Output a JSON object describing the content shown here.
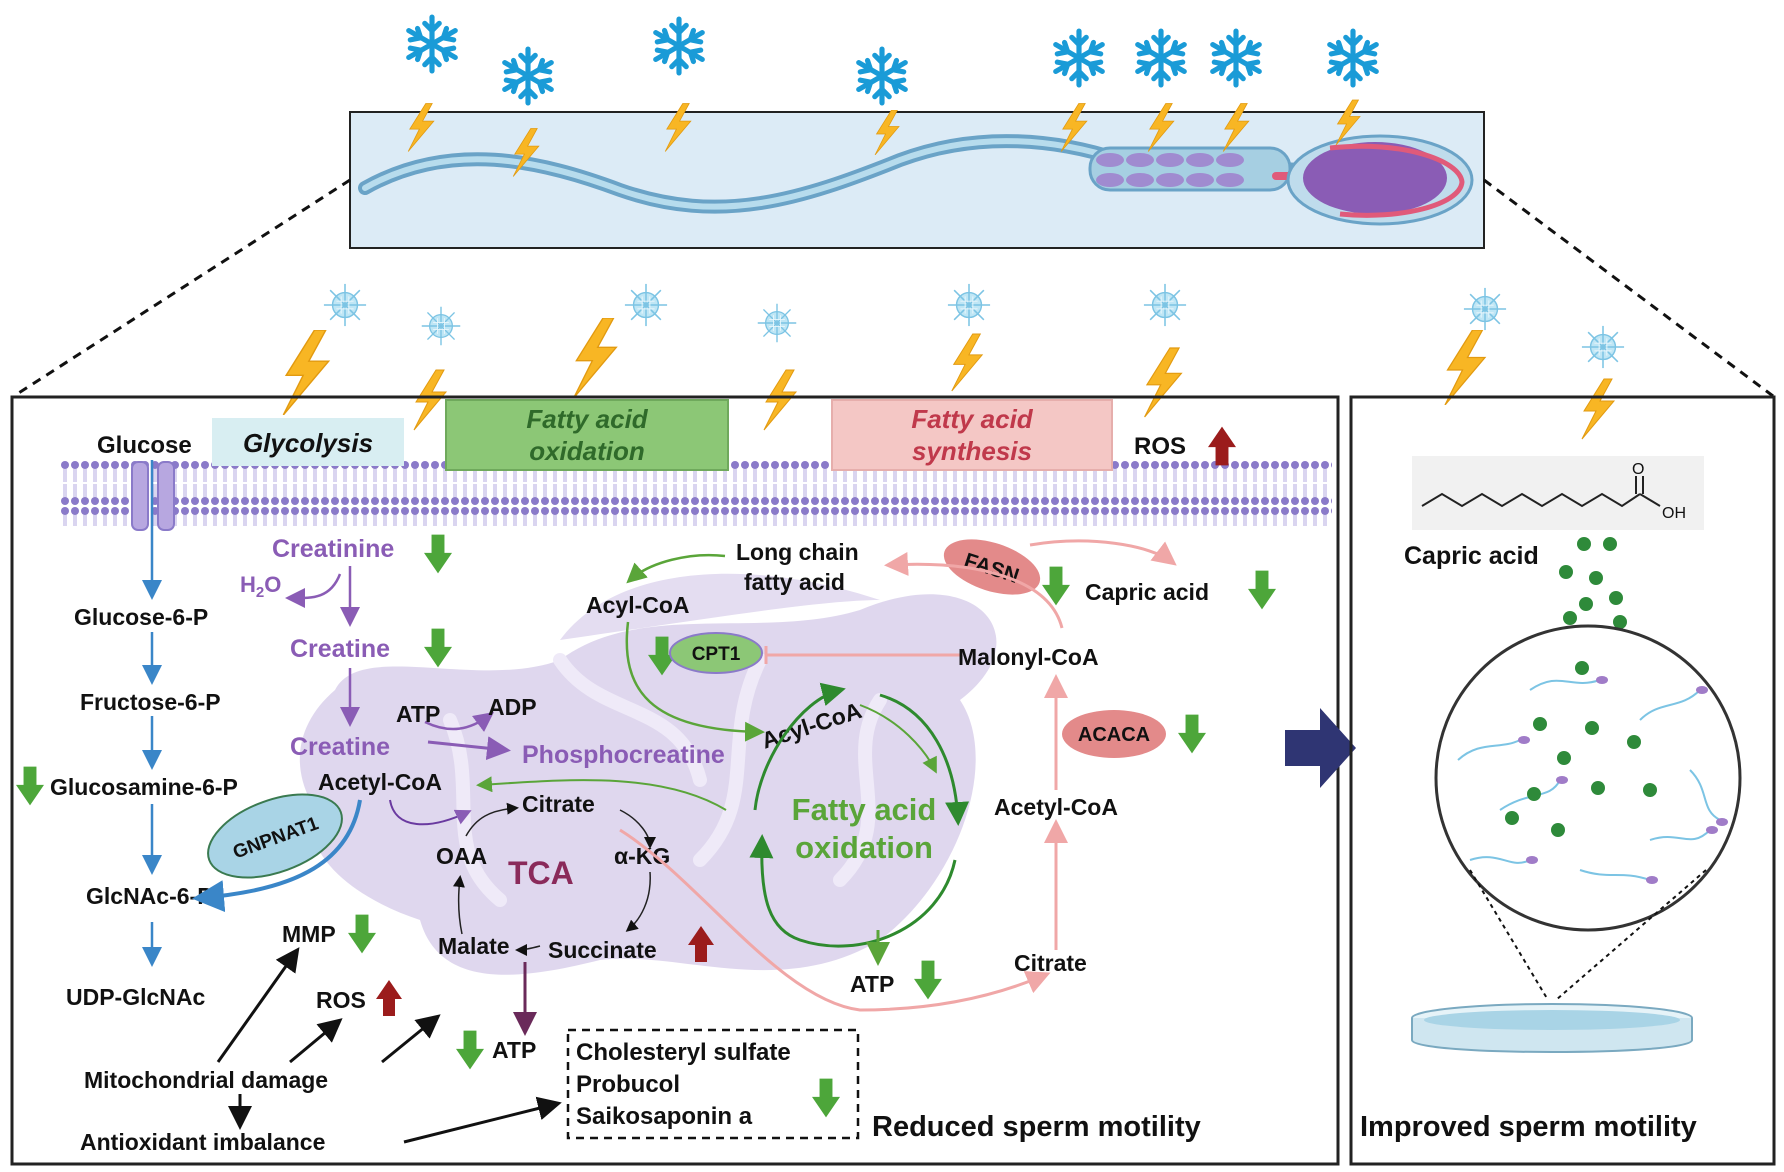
{
  "colors": {
    "glycolysis_bg": "#d8eef2",
    "fao_bg": "#8cc776",
    "fas_bg": "#f4c7c5",
    "purple_text": "#8a5cb5",
    "green_text": "#5aa539",
    "red_text": "#c0394b",
    "green_down": "#4da63a",
    "red_up": "#9b1c1c",
    "blue_path": "#3a86c8",
    "pink_path": "#f0a7a7",
    "membrane": "#8a7ac9",
    "mito": "#dcd3ec",
    "navy_arrow": "#2f3573",
    "lightning": "#f8b624",
    "snowflake": "#1a9bd7"
  },
  "icons": [
    "snowflake-icon",
    "lightning-icon",
    "sperm-icon",
    "membrane-icon",
    "mitochondrion-icon",
    "capric-acid-structure-icon",
    "petri-dish-icon",
    "magnified-view-icon"
  ],
  "banners": {
    "glycolysis": "Glycolysis",
    "fao_line1": "Fatty acid",
    "fao_line2": "oxidation",
    "fas_line1": "Fatty acid",
    "fas_line2": "synthesis",
    "ros_top": "ROS"
  },
  "glucose_path": {
    "glucose": "Glucose",
    "g6p": "Glucose-6-P",
    "f6p": "Fructose-6-P",
    "glcn6p": "Glucosamine-6-P",
    "glcnac6p": "GlcNAc-6-P",
    "udp": "UDP-GlcNAc",
    "enzyme": "GNPNAT1"
  },
  "creatine_path": {
    "creatinine": "Creatinine",
    "h2o_main": "H",
    "h2o_sub": "2",
    "h2o_end": "O",
    "creatine1": "Creatine",
    "creatine2": "Creatine",
    "atp": "ATP",
    "adp": "ADP",
    "phosphocreatine": "Phosphocreatine"
  },
  "tca": {
    "acetyl_coa": "Acetyl-CoA",
    "citrate": "Citrate",
    "oaa": "OAA",
    "akg": "α-KG",
    "malate": "Malate",
    "succinate": "Succinate",
    "label": "TCA",
    "atp": "ATP"
  },
  "fao": {
    "long_chain1": "Long chain",
    "long_chain2": "fatty acid",
    "acyl_coa_out": "Acyl-CoA",
    "cpt1": "CPT1",
    "acyl_coa_in": "Acyl-CoA",
    "label1": "Fatty acid",
    "label2": "oxidation",
    "atp": "ATP"
  },
  "fas": {
    "fasn": "FASN",
    "capric": "Capric acid",
    "malonyl": "Malonyl-CoA",
    "acaca": "ACACA",
    "acetyl_coa": "Acetyl-CoA",
    "citrate": "Citrate"
  },
  "damage": {
    "mmp": "MMP",
    "ros": "ROS",
    "mito_damage": "Mitochondrial damage",
    "antioxidant": "Antioxidant imbalance"
  },
  "compounds": {
    "c1": "Cholesteryl sulfate",
    "c2": "Probucol",
    "c3": "Saikosaponin a"
  },
  "outcomes": {
    "reduced": "Reduced sperm motility",
    "improved": "Improved sperm motility"
  },
  "treatment": {
    "capric": "Capric acid",
    "oh": "OH",
    "o": "O"
  }
}
